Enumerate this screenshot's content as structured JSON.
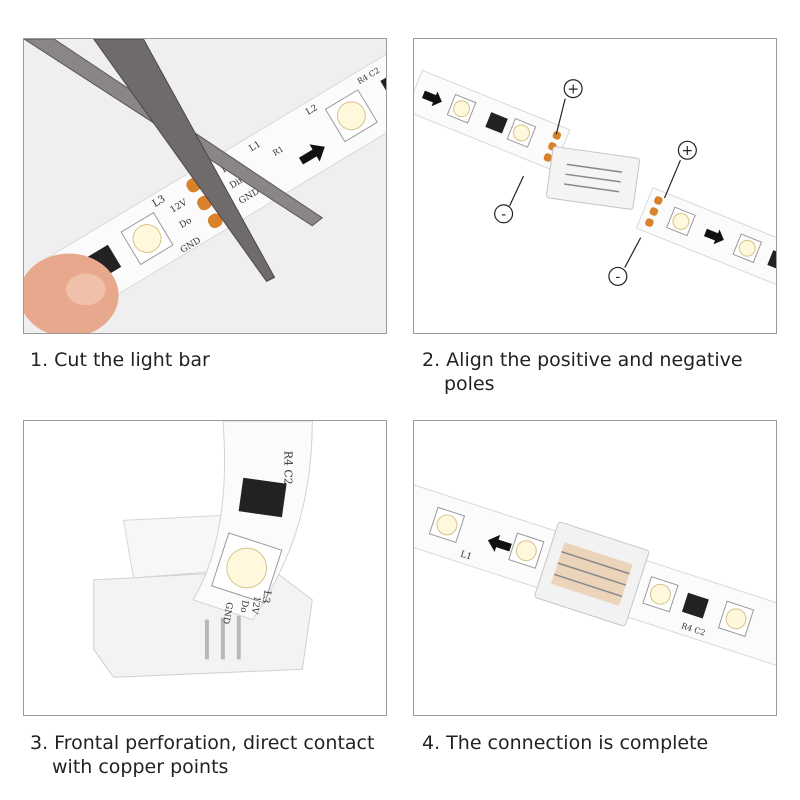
{
  "steps": [
    {
      "caption_line1": "1. Cut the light bar",
      "caption_line2": ""
    },
    {
      "caption_line1": "2. Align the positive and negative",
      "caption_line2": "poles"
    },
    {
      "caption_line1": "3. Frontal perforation, direct contact",
      "caption_line2": "with copper points"
    },
    {
      "caption_line1": "4. The connection is complete",
      "caption_line2": ""
    }
  ],
  "pcb": {
    "l3": "L3",
    "l2": "L2",
    "l1": "L1",
    "r4c2": "R4 C2",
    "c2": "C2",
    "r1": "R1",
    "v12": "12V",
    "do": "Do",
    "din": "Din",
    "gnd": "GND"
  },
  "poles": {
    "plus": "+",
    "minus": "-"
  },
  "colors": {
    "strip": "#f7f7f7",
    "copper": "#d9822b",
    "led": "#fff8dc",
    "chip": "#222222"
  }
}
